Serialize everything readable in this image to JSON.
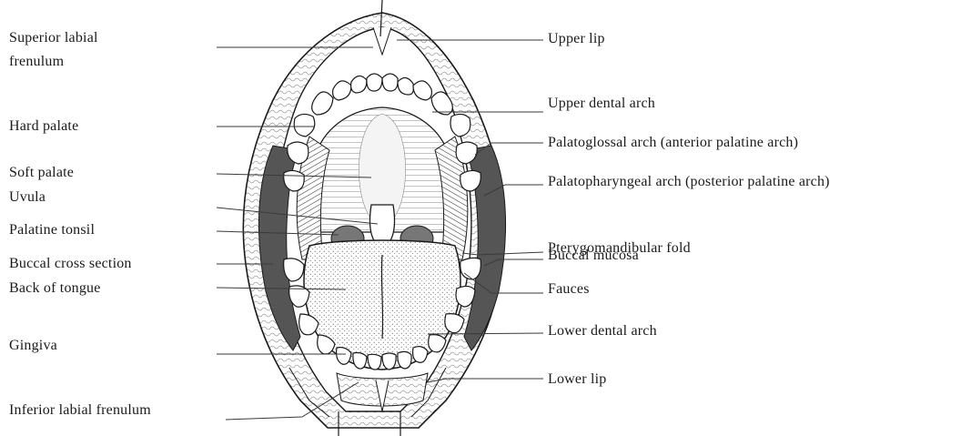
{
  "labels": {
    "left": {
      "superior_labial_frenulum_1": "Superior labial",
      "superior_labial_frenulum_2": "frenulum",
      "hard_palate": "Hard palate",
      "soft_palate": "Soft palate",
      "uvula": "Uvula",
      "palatine_tonsil": "Palatine tonsil",
      "buccal_cross_section": "Buccal cross section",
      "back_of_tongue": "Back of tongue",
      "gingiva": "Gingiva",
      "inferior_labial_frenulum": "Inferior labial frenulum"
    },
    "right": {
      "upper_lip": "Upper lip",
      "upper_dental_arch": "Upper dental arch",
      "palatoglossal_arch": "Palatoglossal arch (anterior palatine arch)",
      "palatopharyngeal_arch": "Palatopharyngeal arch (posterior palatine arch)",
      "pterygomandibular_fold": "Pterygomandibular fold",
      "buccal_mucosa": "Buccal mucosa",
      "fauces": "Fauces",
      "lower_dental_arch": "Lower dental arch",
      "lower_lip": "Lower lip"
    }
  },
  "colors": {
    "ink": "#1a1a1a",
    "shade": "#6a6a6a",
    "tongue_fill": "#d6d6d6",
    "background": "#ffffff"
  }
}
